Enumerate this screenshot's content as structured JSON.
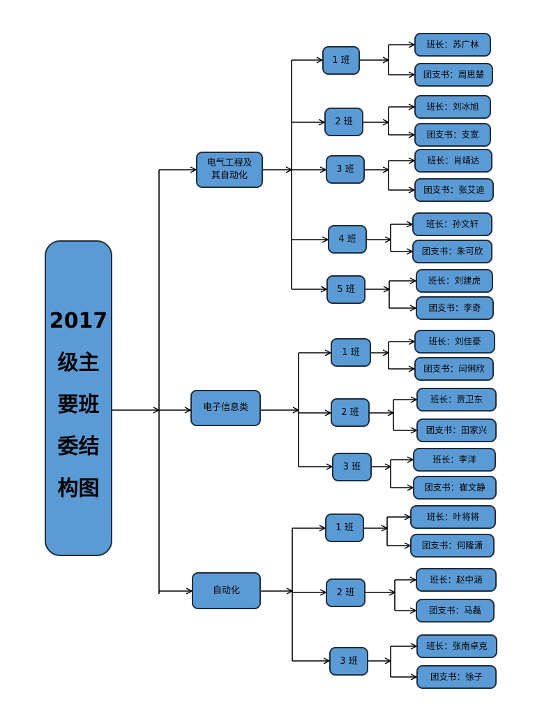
{
  "root": {
    "label": "2017\n级主\n要班\n委结\n构图"
  },
  "majors": [
    {
      "name": "电气工程及\n其自动化",
      "classes": [
        {
          "label": "1 班",
          "monitor": "班长：苏广林",
          "secretary": "团支书：周思楚"
        },
        {
          "label": "2 班",
          "monitor": "班长：刘冰旭",
          "secretary": "团支书：支宽"
        },
        {
          "label": "3 班",
          "monitor": "班长：肖靖达",
          "secretary": "团支书：张艾迪"
        },
        {
          "label": "4 班",
          "monitor": "班长：孙文轩",
          "secretary": "团支书：朱可欣"
        },
        {
          "label": "5 班",
          "monitor": "班长：刘建虎",
          "secretary": "团支书：李奇"
        }
      ]
    },
    {
      "name": "电子信息类",
      "classes": [
        {
          "label": "1 班",
          "monitor": "班长：刘佳豪",
          "secretary": "团支书：闫俐欣"
        },
        {
          "label": "2 班",
          "monitor": "班长：贾卫东",
          "secretary": "团支书：田家兴"
        },
        {
          "label": "3 班",
          "monitor": "班长：李洋",
          "secretary": "团支书：崔文静"
        }
      ]
    },
    {
      "name": "自动化",
      "classes": [
        {
          "label": "1 班",
          "monitor": "班长：叶将将",
          "secretary": "团支书：何隆潇"
        },
        {
          "label": "2 班",
          "monitor": "班长：赵中涵",
          "secretary": "团支书：马磊"
        },
        {
          "label": "3 班",
          "monitor": "班长：张南卓克",
          "secretary": "团支书：徐子"
        }
      ]
    }
  ]
}
